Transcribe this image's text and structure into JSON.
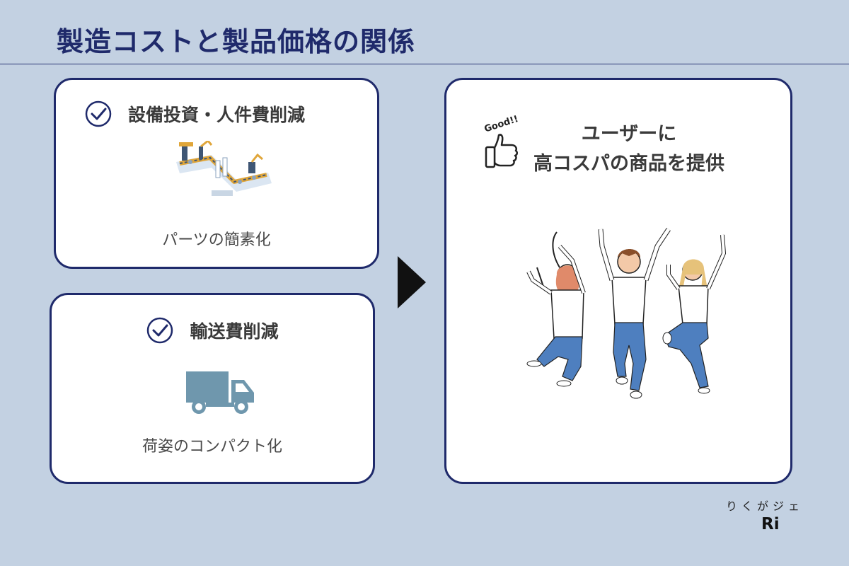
{
  "page_title": "製造コストと製品価格の関係",
  "cards": {
    "equipment": {
      "heading": "設備投資・人件費削減",
      "caption": "パーツの簡素化",
      "icon": "factory-conveyor-icon"
    },
    "shipping": {
      "heading": "輸送費削減",
      "caption": "荷姿のコンパクト化",
      "icon": "truck-icon"
    },
    "result": {
      "heading_line1": "ユーザーに",
      "heading_line2": "高コスパの商品を提供",
      "badge_text": "Good!!",
      "icon": "thumbs-up-icon",
      "illustration": "jumping-people"
    }
  },
  "logo": {
    "kana": "りくがジェ",
    "mark": "Ri"
  },
  "colors": {
    "background": "#c3d1e2",
    "accent": "#1f2a6b",
    "card": "#ffffff",
    "truck": "#6f97ad"
  }
}
